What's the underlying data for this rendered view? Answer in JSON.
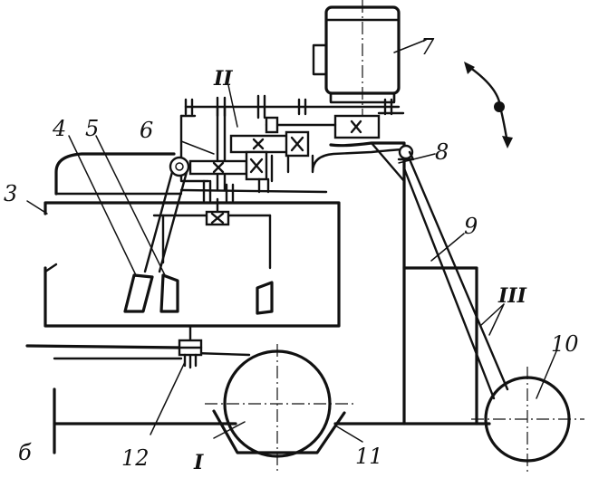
{
  "labels": {
    "l3": "3",
    "l4": "4",
    "l5": "5",
    "l6": "6",
    "l7": "7",
    "l8": "8",
    "l9": "9",
    "l10": "10",
    "l11": "11",
    "l12": "12",
    "lII": "II",
    "lI": "I",
    "lIII": "III",
    "ldelta": "б"
  }
}
